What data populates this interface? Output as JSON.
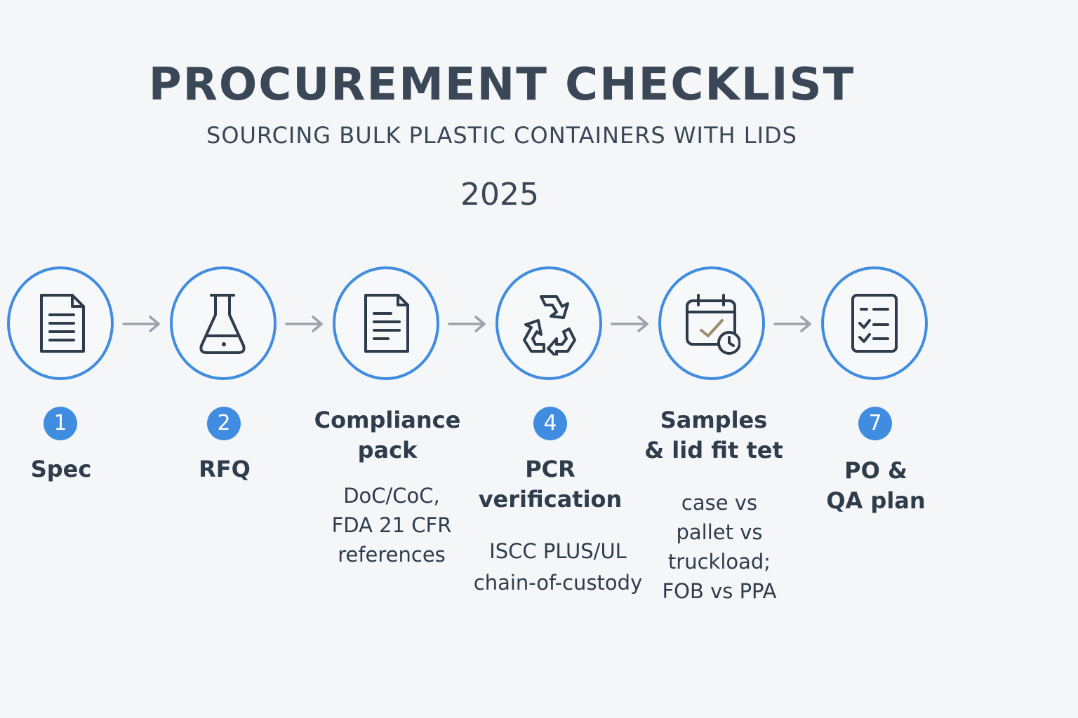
{
  "header": {
    "title": "PROCUREMENT CHECKLIST",
    "subtitle": "SOURCING BULK PLASTIC CONTAINERS WITH LIDS",
    "year": "2025"
  },
  "colors": {
    "accent": "#3f8ce0",
    "text": "#2f3c4c",
    "arrow": "#9aa3ad",
    "check": "#9c8a6a",
    "background": "#f5f6f8"
  },
  "steps": [
    {
      "icon": "document-icon",
      "badge": "1",
      "label": "Spec",
      "desc": ""
    },
    {
      "icon": "flask-icon",
      "badge": "2",
      "label": "RFQ",
      "desc": ""
    },
    {
      "icon": "document-icon",
      "badge": "",
      "label": "Compliance\npack",
      "desc": "DoC/CoC,\nFDA 21 CFR\nreferences"
    },
    {
      "icon": "recycle-icon",
      "badge": "4",
      "label": "PCR\nverification",
      "desc": "ISCC PLUS/UL\nchain-of-custody"
    },
    {
      "icon": "calendar-clock-icon",
      "badge": "",
      "label": "Samples\n& lid fit tet",
      "desc": "case vs\npallet vs\ntruckload;\nFOB vs PPA"
    },
    {
      "icon": "checklist-icon",
      "badge": "7",
      "label": "PO &\nQA plan",
      "desc": ""
    }
  ]
}
